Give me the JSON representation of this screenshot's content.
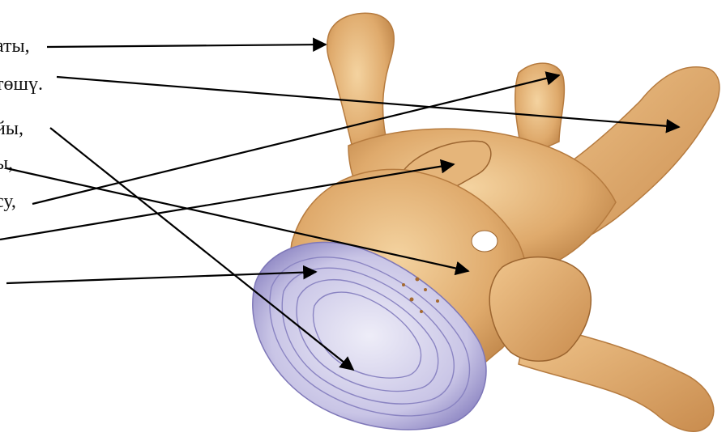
{
  "labels": [
    "аты,",
    "төшү.",
    "йы,",
    "ы,",
    "су,"
  ],
  "colors": {
    "bone": "#dfaa6c",
    "bone_dark": "#b67b3f",
    "bone_light": "#f4d3a0",
    "disc": "#b8b2dc",
    "disc_dark": "#7e77b8",
    "disc_light": "#eeedf8",
    "arrow": "#000000"
  }
}
